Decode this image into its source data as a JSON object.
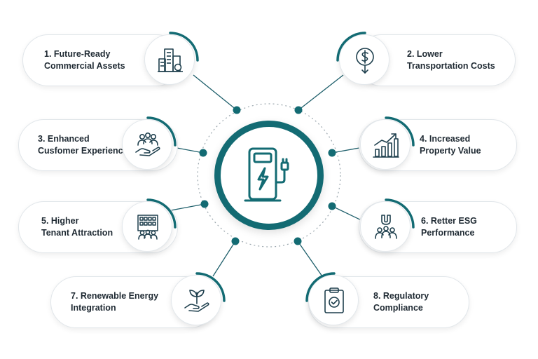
{
  "diagram": {
    "accent_color": "#136b73",
    "line_color": "#1e5f6b",
    "center_icon": "ev-charging-station-icon",
    "items": [
      {
        "number": "1.",
        "lines": [
          "1. Future-Ready",
          "Commercial Assets"
        ],
        "icon": "buildings-icon"
      },
      {
        "number": "2.",
        "lines": [
          "2. Lower",
          "Transportation Costs"
        ],
        "icon": "dollar-down-icon"
      },
      {
        "number": "3.",
        "lines": [
          "3. Enhanced",
          "Cusfomer Experience"
        ],
        "icon": "people-hand-icon"
      },
      {
        "number": "4.",
        "lines": [
          "4. Increased",
          "Property Value"
        ],
        "icon": "growth-chart-icon"
      },
      {
        "number": "5.",
        "lines": [
          "5. Higher",
          "Tenant Attraction"
        ],
        "icon": "building-people-icon"
      },
      {
        "number": "6.",
        "lines": [
          "6. Retter ESG",
          "Performance"
        ],
        "icon": "magnet-people-icon"
      },
      {
        "number": "7.",
        "lines": [
          "7. Renewable Energy",
          "Integration"
        ],
        "icon": "plant-hand-icon"
      },
      {
        "number": "8.",
        "lines": [
          "8. Regulatory",
          "Compliance"
        ],
        "icon": "clipboard-check-icon"
      }
    ]
  }
}
